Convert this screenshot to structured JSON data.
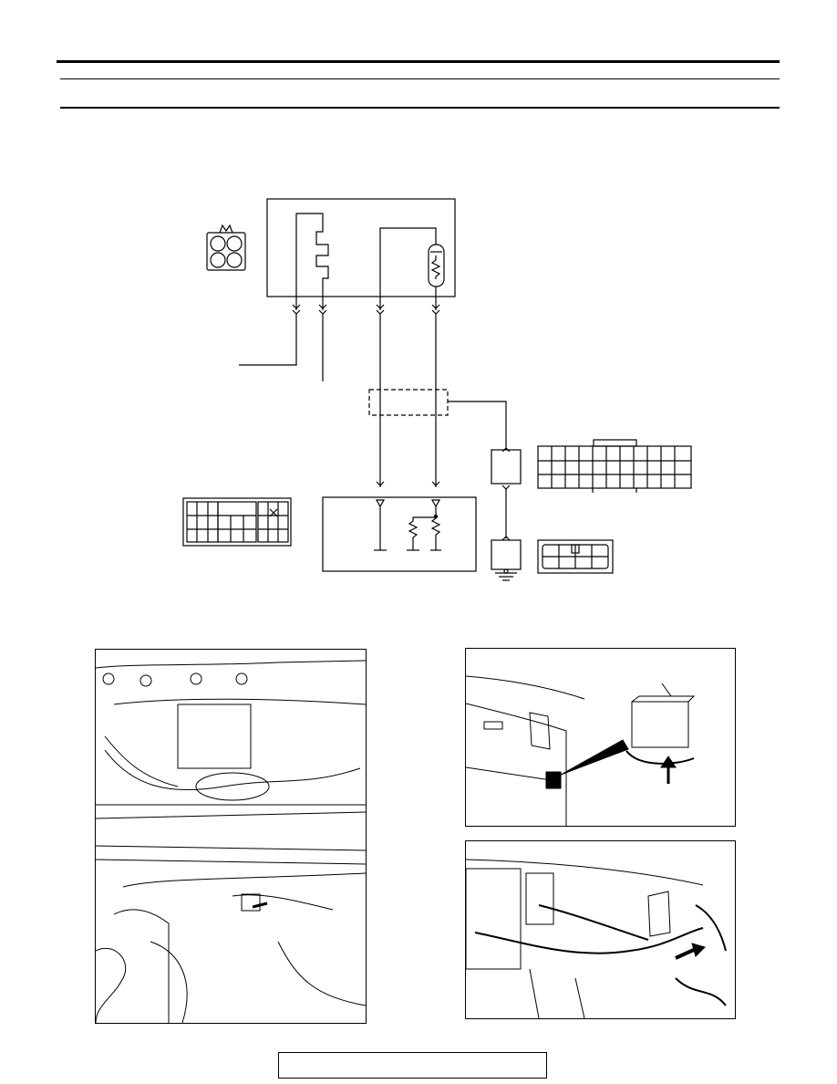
{
  "header": {
    "title": ""
  },
  "footer": {
    "page_label": ""
  },
  "diagram": {
    "connector_icons": [
      "four-pin-connector-icon",
      "terminal-grid-connector-icon",
      "sixteen-pin-connector-icon",
      "eight-pin-connector-icon"
    ],
    "components": [
      "sensor-module",
      "ecu-module",
      "junction-connector",
      "ground-connector",
      "shield-box"
    ]
  },
  "photos": [
    {
      "name": "engine-compartment-photo"
    },
    {
      "name": "dashboard-module-photo"
    },
    {
      "name": "dashboard-harness-photo"
    }
  ]
}
